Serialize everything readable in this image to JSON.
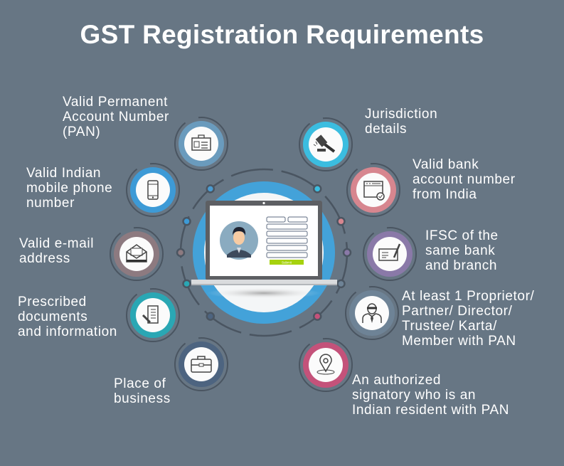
{
  "title": "GST Registration Requirements",
  "laptop": {
    "submit_label": "Submit"
  },
  "requirements": [
    {
      "id": "pan",
      "lines": [
        "Valid Permanent",
        "Account Number",
        "(PAN)"
      ],
      "icon": "id-card-icon",
      "color": "#6a9bbd"
    },
    {
      "id": "mobile",
      "lines": [
        "Valid Indian",
        "mobile phone",
        "number"
      ],
      "icon": "phone-icon",
      "color": "#3d9ad6"
    },
    {
      "id": "email",
      "lines": [
        "Valid e-mail",
        "address"
      ],
      "icon": "envelope-icon",
      "color": "#8d7a80"
    },
    {
      "id": "documents",
      "lines": [
        "Prescribed",
        "documents",
        "and information"
      ],
      "icon": "document-pen-icon",
      "color": "#2aa7b4"
    },
    {
      "id": "place",
      "lines": [
        "Place of",
        "business"
      ],
      "icon": "briefcase-icon",
      "color": "#4d6480"
    },
    {
      "id": "jurisdiction",
      "lines": [
        "Jurisdiction",
        "details"
      ],
      "icon": "gavel-icon",
      "color": "#3bbde0"
    },
    {
      "id": "bank",
      "lines": [
        "Valid bank",
        "account number",
        "from India"
      ],
      "icon": "browser-check-icon",
      "color": "#d7868f"
    },
    {
      "id": "ifsc",
      "lines": [
        "IFSC of the",
        "same bank",
        "and branch"
      ],
      "icon": "cheque-pen-icon",
      "color": "#8a79a8"
    },
    {
      "id": "proprietor",
      "lines": [
        "At least 1 Proprietor/",
        "Partner/ Director/",
        "Trustee/ Karta/",
        "Member with PAN"
      ],
      "icon": "person-tie-icon",
      "color": "#6e8396"
    },
    {
      "id": "signatory",
      "lines": [
        "An authorized",
        "signatory who is an",
        "Indian resident with PAN"
      ],
      "icon": "location-pin-icon",
      "color": "#c4527a"
    }
  ]
}
